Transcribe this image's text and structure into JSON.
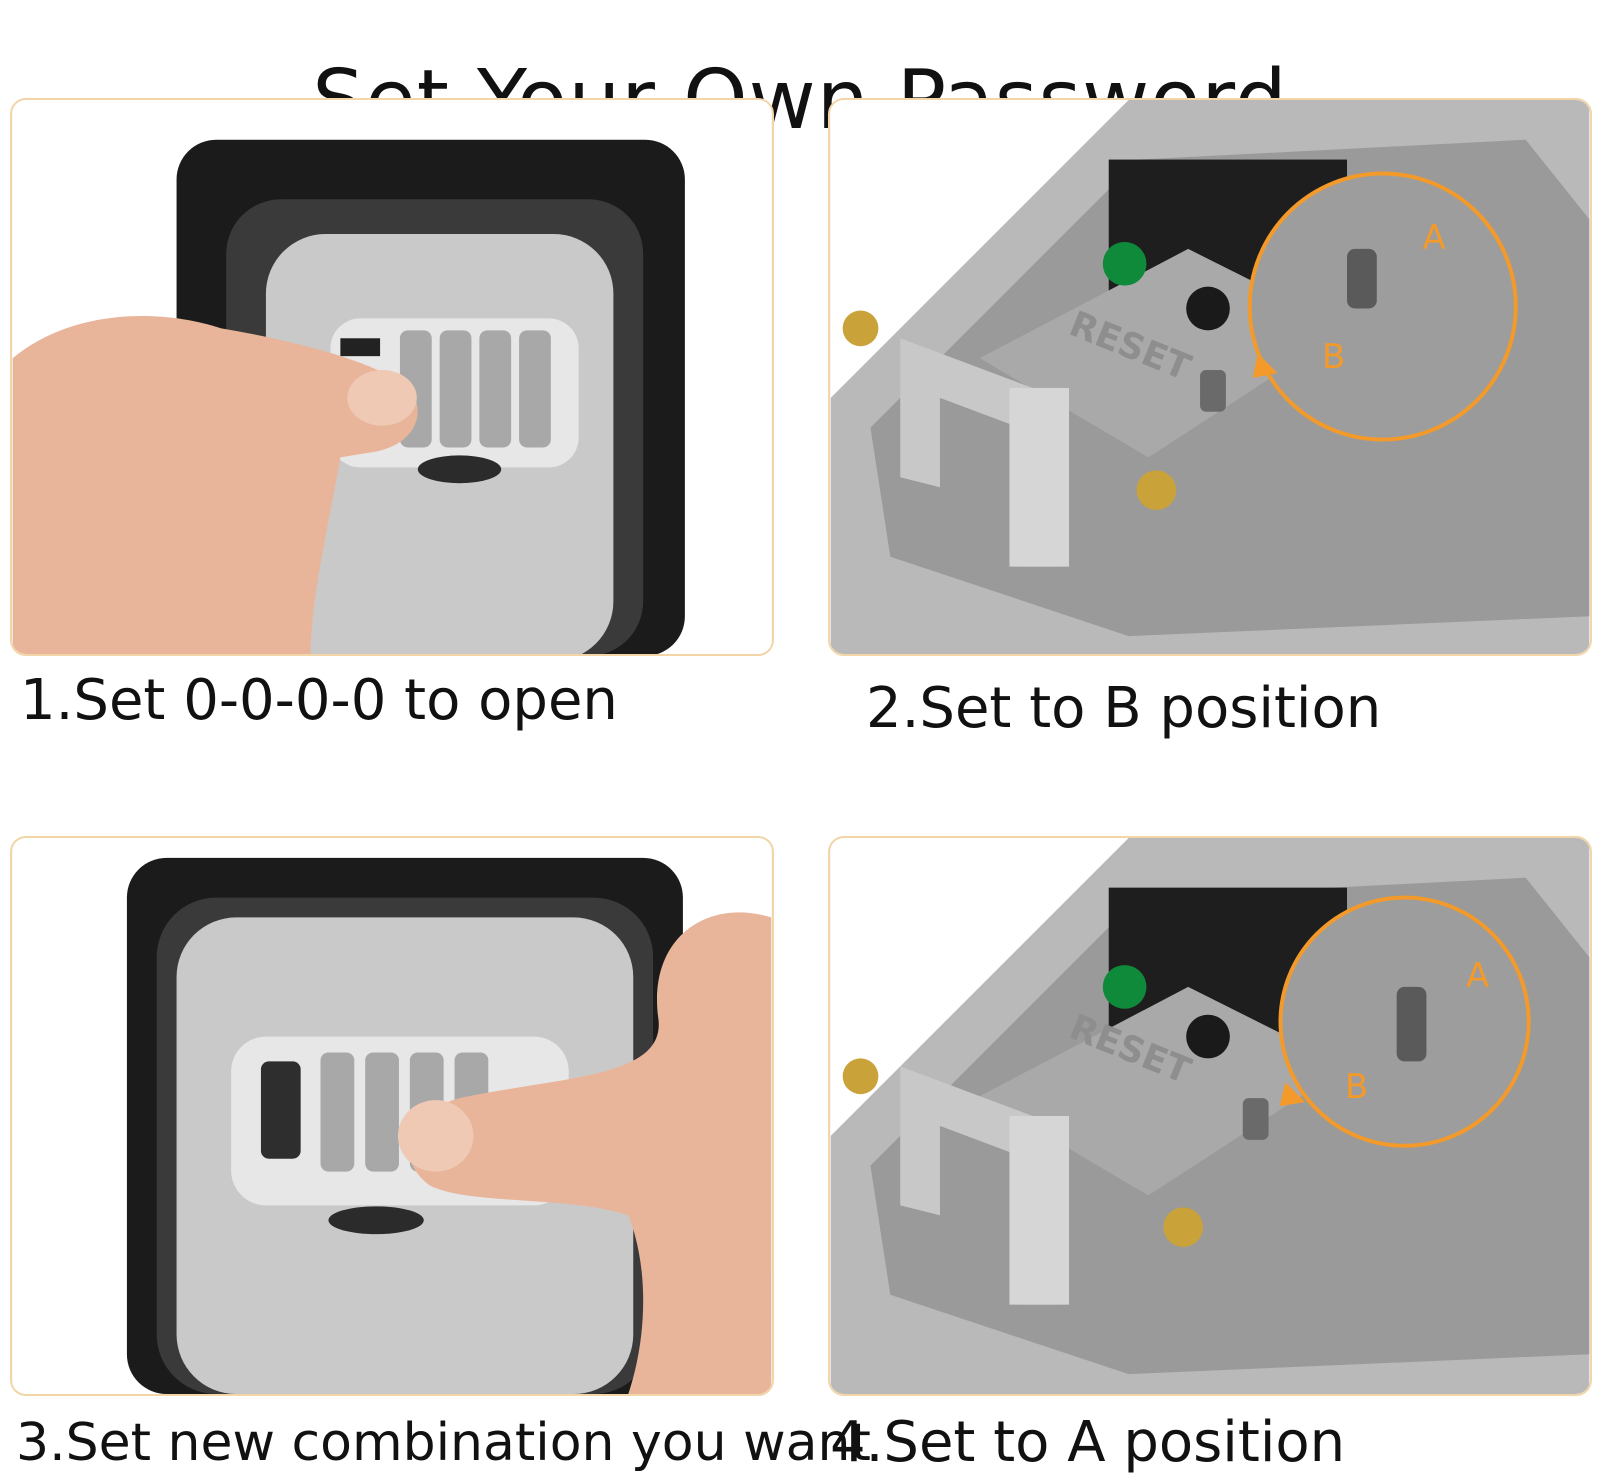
{
  "title": "Set Your Own Password",
  "steps": [
    {
      "caption": "1.Set 0-0-0-0 to open"
    },
    {
      "caption": "2.Set to B position",
      "marker_a": "A",
      "marker_b": "B",
      "emboss": "RESET"
    },
    {
      "caption": "3.Set new combination you want"
    },
    {
      "caption": "4.Set to A position",
      "marker_a": "A",
      "marker_b": "B",
      "emboss": "RESET"
    }
  ],
  "colors": {
    "panel_border": "#f2d5a8",
    "highlight": "#f39a2a",
    "lockbox_black": "#1b1b1b",
    "lockbox_silver": "#c9c9c9"
  }
}
